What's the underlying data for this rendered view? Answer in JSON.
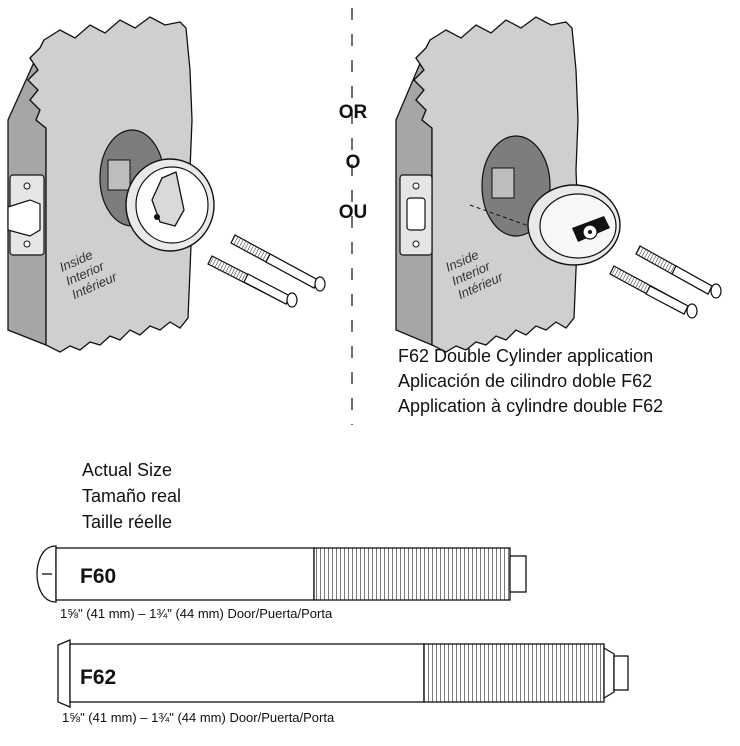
{
  "or_labels": {
    "english": "OR",
    "spanish": "O",
    "french": "OU"
  },
  "left_figure": {
    "wall_label": [
      "Inside",
      "Interior",
      "Intérieur"
    ]
  },
  "right_figure": {
    "wall_label": [
      "Inside",
      "Interior",
      "Intérieur"
    ],
    "caption": [
      "F62 Double Cylinder application",
      "Aplicación de cilindro doble F62",
      "Application à cylindre double F62"
    ]
  },
  "actual_size": [
    "Actual Size",
    "Tamaño real",
    "Taille réelle"
  ],
  "screws": [
    {
      "model": "F60",
      "dimension": "1⅝\" (41 mm) – 1¾\" (44 mm) Door/Puerta/Porta"
    },
    {
      "model": "F62",
      "dimension": "1⅝\" (41 mm) – 1¾\" (44 mm) Door/Puerta/Porta"
    }
  ],
  "colors": {
    "door_face": "#cfcfcf",
    "door_side": "#a6a6a6",
    "hole": "#7d7d7d",
    "ink": "#111111"
  }
}
